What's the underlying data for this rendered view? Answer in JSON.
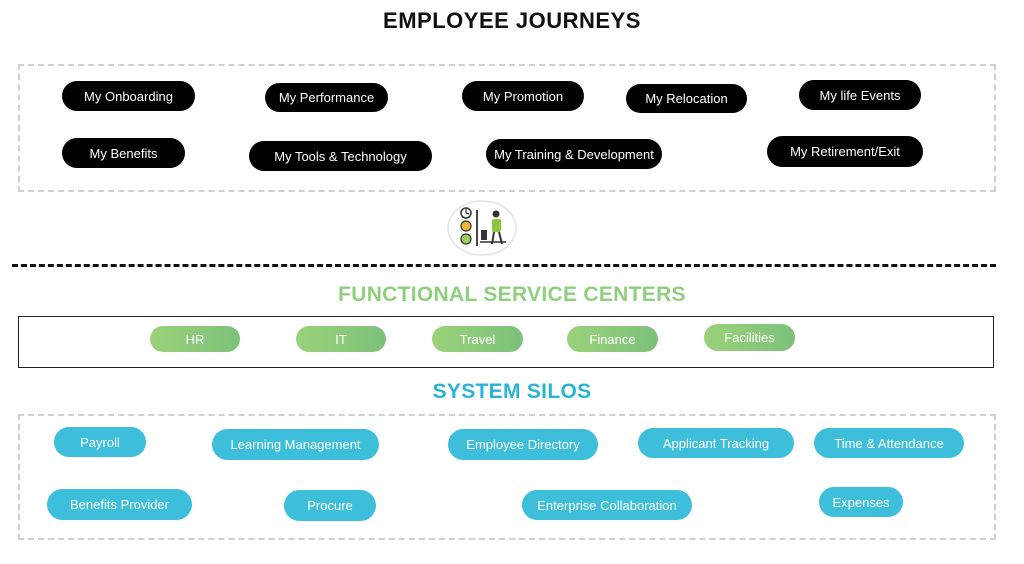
{
  "titles": {
    "journeys": "EMPLOYEE JOURNEYS",
    "functional": "FUNCTIONAL SERVICE CENTERS",
    "silos": "SYSTEM SILOS"
  },
  "journeys": [
    "My Onboarding",
    "My Performance",
    "My Promotion",
    "My Relocation",
    "My life Events",
    "My Benefits",
    "My Tools & Technology",
    "My Training & Development",
    "My Retirement/Exit"
  ],
  "centers": [
    "HR",
    "IT",
    "Travel",
    "Finance",
    "Facilities"
  ],
  "silos": [
    "Payroll",
    "Learning  Management",
    "Employee  Directory",
    "Applicant  Tracking",
    "Time  &  Attendance",
    "Benefits  Provider",
    "Procure",
    "Enterprise  Collaboration",
    "Expenses"
  ],
  "icon": "employee-desk-dashboard-icon",
  "colors": {
    "journey_pill": "#000000",
    "center_pill": "#8ccc7a",
    "silo_pill": "#3dbfdc"
  }
}
